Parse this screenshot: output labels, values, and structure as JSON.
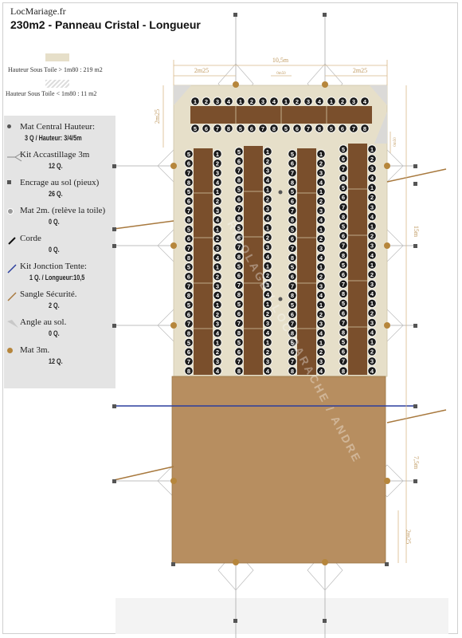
{
  "header": {
    "site": "LocMariage.fr",
    "title": "230m2 - Panneau Cristal - Longueur"
  },
  "legend_top": {
    "high": "Hauteur Sous Toile > 1m80 : 219 m2",
    "low": "Hauteur Sous Toile < 1m80 : 11 m2"
  },
  "legend": [
    {
      "label": "Mat Central Hauteur:",
      "value": "3 Q / Hauteur: 3/4/5m",
      "icon": "central-pole-icon"
    },
    {
      "label": "Kit Accastillage  3m",
      "value": "12 Q.",
      "icon": "rigging-kit-icon"
    },
    {
      "label": "Encrage au sol (pieux)",
      "value": "26 Q.",
      "icon": "ground-stake-icon"
    },
    {
      "label": "Mat 2m. (relève la toile)",
      "value": "0 Q.",
      "icon": "pole-2m-icon"
    },
    {
      "label": "Corde",
      "value": "0 Q.",
      "icon": "rope-icon"
    },
    {
      "label": "Kit Jonction Tente:",
      "value": "1 Q.   / Longueur:10,5",
      "icon": "junction-kit-icon"
    },
    {
      "label": "Sangle Sécurité.",
      "value": "2 Q.",
      "icon": "safety-strap-icon"
    },
    {
      "label": "Angle au sol.",
      "value": "0 Q.",
      "icon": "ground-angle-icon"
    },
    {
      "label": "Mat 3m.",
      "value": "12 Q.",
      "icon": "pole-3m-icon"
    }
  ],
  "dimensions": {
    "width_total": "10,5m",
    "width_left": "2m25",
    "width_right": "2m25",
    "width_mid_small": "0m50",
    "height_left": "2m25",
    "height_small_right": "0m50",
    "length_top": "15m",
    "length_bottom": "7,5m",
    "height_bottom_right": "2m25"
  },
  "watermark": "RIGOLAGE / LOC-GARACHE / ANDRE",
  "seating": {
    "top_row_numbers": [
      "1",
      "2",
      "3",
      "4"
    ],
    "bottom_row_numbers": [
      "5",
      "6",
      "7",
      "8"
    ]
  },
  "colors": {
    "tent_high": "#e6dfc9",
    "dance_floor": "#b78e60",
    "table": "#7a4f2c",
    "pole": "#b6863c"
  }
}
